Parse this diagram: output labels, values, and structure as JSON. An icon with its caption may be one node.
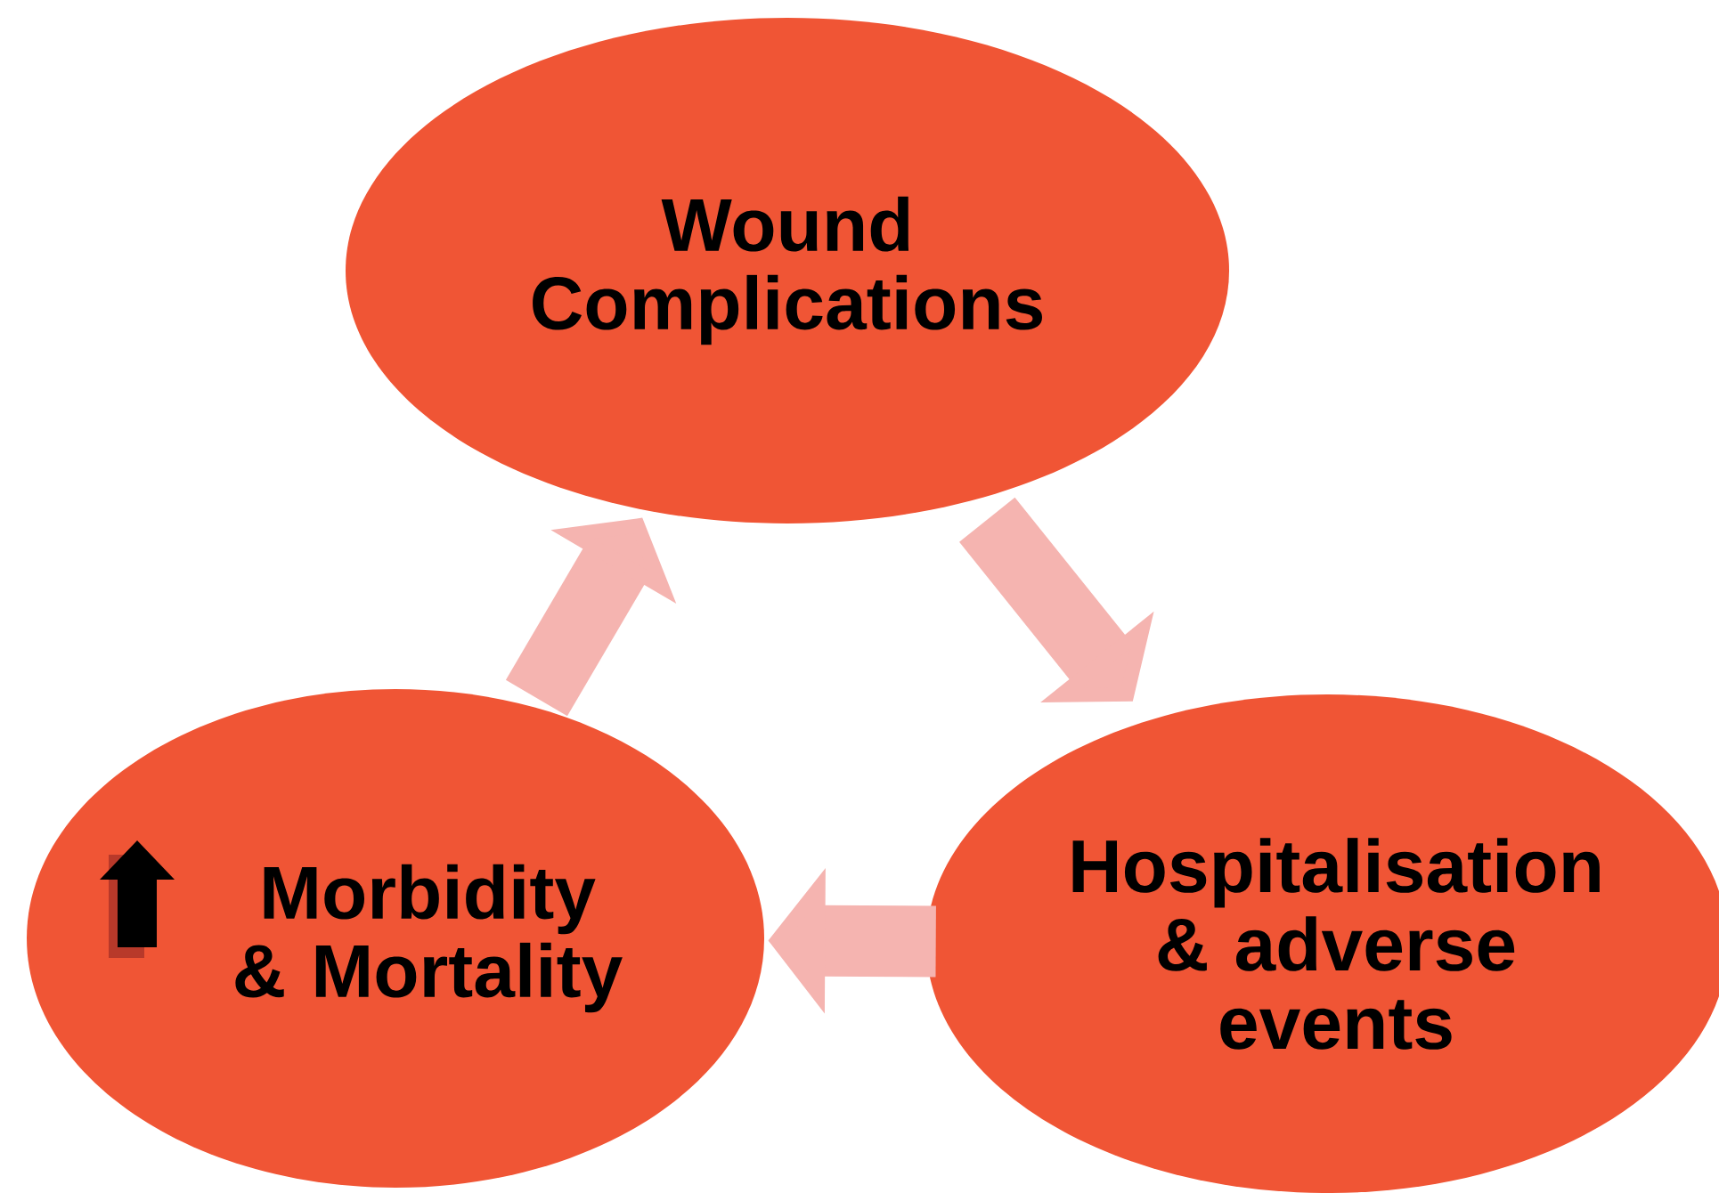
{
  "diagram": {
    "nodes": [
      {
        "text": [
          "Wound Complications"
        ]
      },
      {
        "text": [
          "Hospitalisation & adverse events"
        ]
      },
      {
        "text": [
          "Morbidity & Mortality"
        ]
      }
    ],
    "edges": [
      {
        "from": 0,
        "to": 1,
        "arrow": "to"
      },
      {
        "from": 1,
        "to": 2,
        "arrow": "to"
      },
      {
        "from": 2,
        "to": 0,
        "arrow": "to"
      }
    ]
  }
}
